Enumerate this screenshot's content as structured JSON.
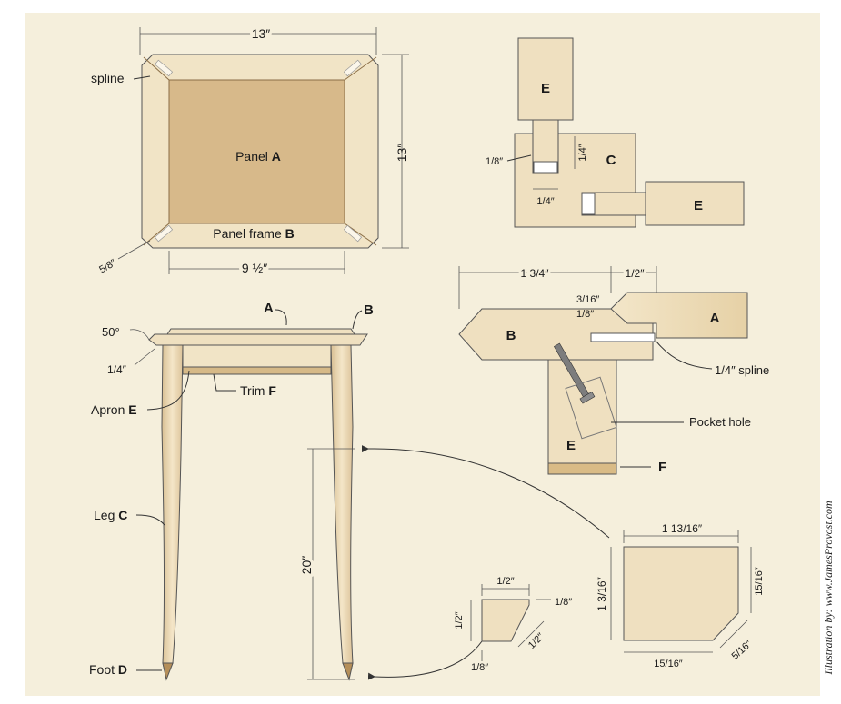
{
  "panel_view": {
    "width_dim": "13″",
    "height_dim": "13″",
    "spline_label": "spline",
    "panel_label": "Panel",
    "panel_letter": "A",
    "frame_label": "Panel frame",
    "frame_letter": "B",
    "inner_dim": "9 ½″",
    "corner_dim": "5/8″"
  },
  "joint_cross": {
    "e_top": "E",
    "e_side": "E",
    "c_label": "C",
    "dim_eighth": "1/8″",
    "dim_quarter_v": "1/4″",
    "dim_quarter_h": "1/4″"
  },
  "frame_detail": {
    "dim_left": "1 3/4″",
    "dim_right": "1/2″",
    "dim_3_16": "3/16″",
    "dim_1_8": "1/8″",
    "b_label": "B",
    "a_label": "A",
    "spline_label": "1/4″ spline",
    "pocket_label": "Pocket hole",
    "e_label": "E",
    "f_label": "F"
  },
  "front_view": {
    "a_label": "A",
    "b_label": "B",
    "angle": "50°",
    "quarter": "1/4″",
    "trim_label": "Trim",
    "trim_letter": "F",
    "apron_label": "Apron",
    "apron_letter": "E",
    "leg_label": "Leg",
    "leg_letter": "C",
    "foot_label": "Foot",
    "foot_letter": "D",
    "height_dim": "20″"
  },
  "leg_section": {
    "top_dim": "1 13/16″",
    "left_dim": "1 3/16″",
    "right_dim": "15/16″",
    "bottom_dim": "15/16″",
    "chamfer_dim": "5/16″"
  },
  "foot_section": {
    "top_dim": "1/2″",
    "left_dim": "1/2″",
    "right_dim": "1/8″",
    "diag_dim": "1/2″",
    "bottom_dim": "1/8″"
  },
  "credit": "Illustration by: www.JamesProvost.com",
  "colors": {
    "background": "#f5efdc",
    "wood_light": "#efe0c0",
    "wood_panel": "#d7b98a",
    "wood_dark": "#c9a978"
  }
}
